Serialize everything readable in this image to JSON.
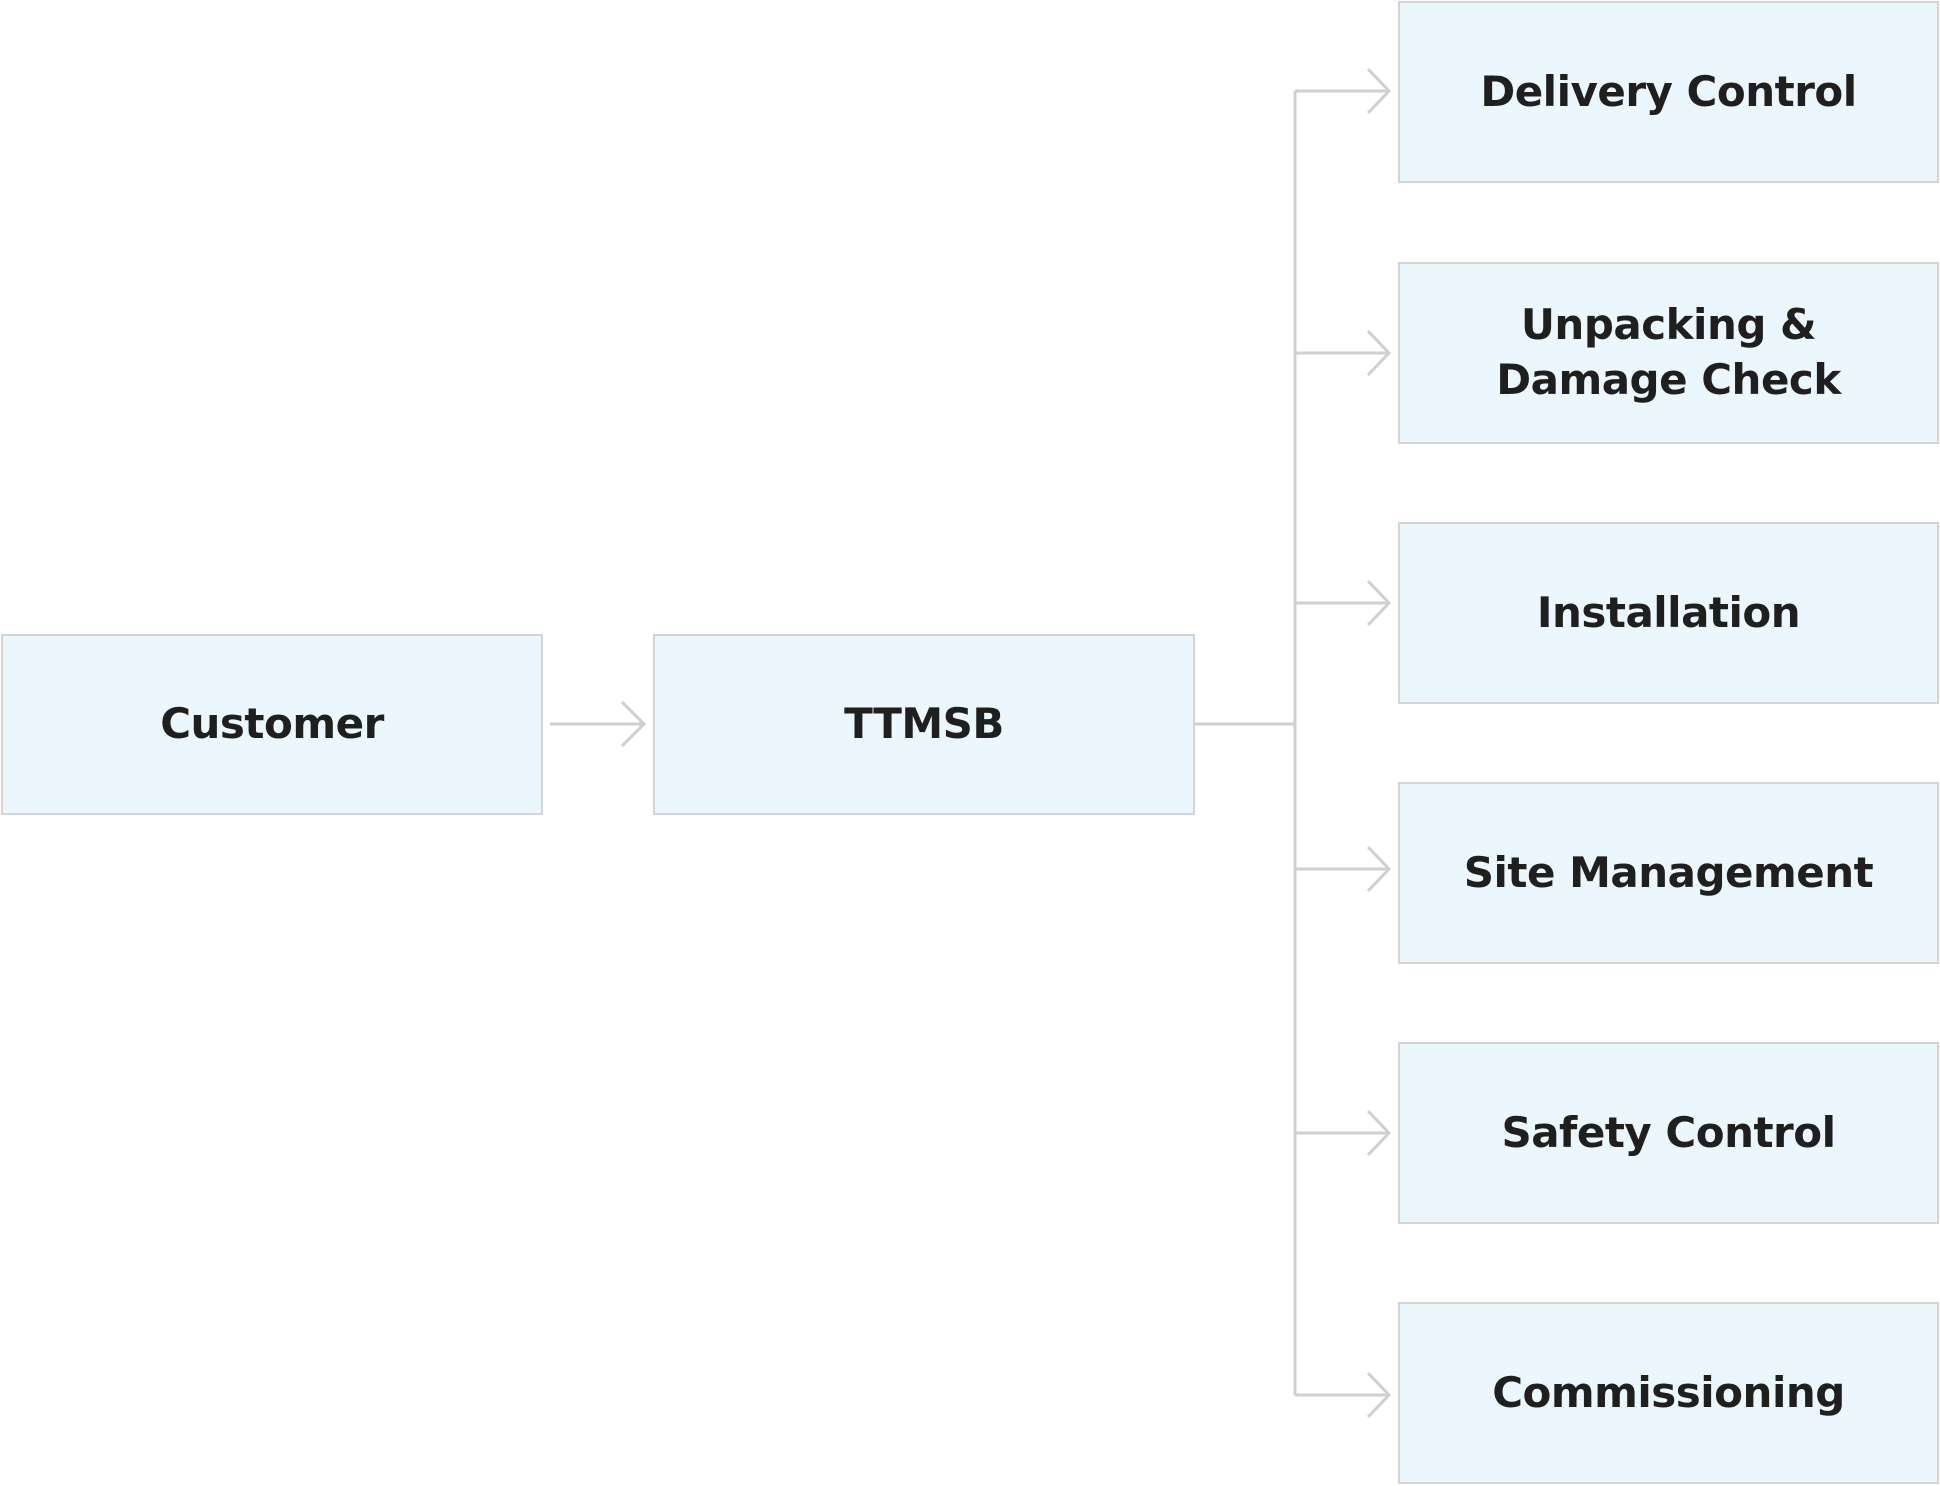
{
  "diagram": {
    "source_nodes": [
      {
        "label": "Customer"
      },
      {
        "label": "TTMSB"
      }
    ],
    "targets": [
      {
        "label": "Delivery Control"
      },
      {
        "label": "Unpacking &\nDamage Check"
      },
      {
        "label": "Installation"
      },
      {
        "label": "Site Management"
      },
      {
        "label": "Safety Control"
      },
      {
        "label": "Commissioning"
      }
    ],
    "colors": {
      "node_fill": "#ebf6fd",
      "node_border": "#d4d4d4",
      "connector": "#cfcfcf",
      "text": "#1f1f1f"
    }
  }
}
